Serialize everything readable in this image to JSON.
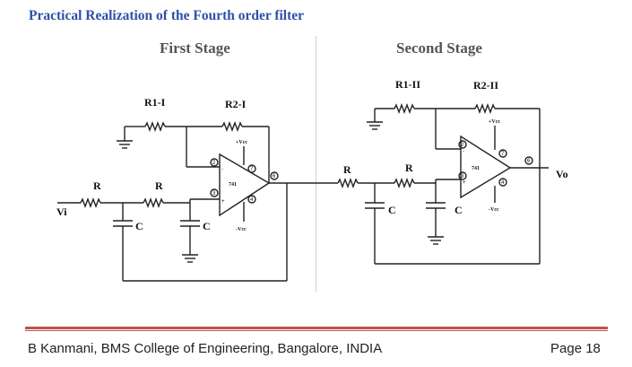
{
  "title": "Practical Realization of the Fourth order filter",
  "stages": {
    "first": "First Stage",
    "second": "Second Stage"
  },
  "labels": {
    "r1_i": "R1-I",
    "r2_i": "R2-I",
    "r1_ii": "R1-II",
    "r2_ii": "R2-II",
    "r": "R",
    "c": "C",
    "vi": "Vi",
    "vo": "Vo",
    "vcc_pos": "+Vcc",
    "vcc_neg": "-Vcc",
    "opamp": "741",
    "pin2": "2",
    "pin3": "3",
    "pin4": "4",
    "pin6": "6",
    "pin7": "7",
    "minus": "-",
    "plus": "+"
  },
  "footer": {
    "text": "B Kanmani, BMS College of Engineering, Bangalore, INDIA",
    "page": "Page 18"
  },
  "colors": {
    "title": "#2f4fa8",
    "rule": "#c0504d",
    "stage": "#555555"
  }
}
